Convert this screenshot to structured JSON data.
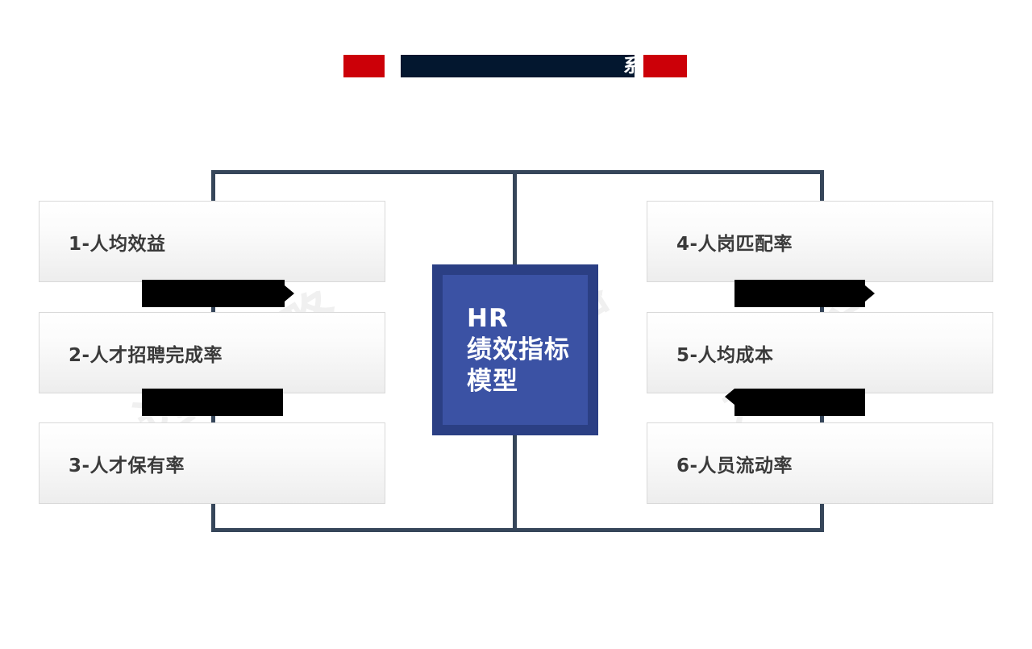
{
  "slide": {
    "background_color": "#ffffff",
    "title": {
      "visible_text": "系",
      "redaction_color": "#03172f",
      "accent_color": "#cc0008",
      "accent_blocks": [
        "left-red-block",
        "right-red-block"
      ]
    },
    "watermark": {
      "text": "远大方略",
      "repeats": [
        "远大方略",
        "行方略",
        "远大方"
      ]
    }
  },
  "center": {
    "lines": [
      "HR",
      "绩效指标",
      "模型"
    ],
    "fill_color": "#3b52a4",
    "border_color": "#2b3f84",
    "text_color": "#ffffff"
  },
  "connector": {
    "color": "#36465a"
  },
  "boxes": {
    "left": [
      {
        "label": "1-人均效益"
      },
      {
        "label": "2-人才招聘完成率"
      },
      {
        "label": "3-人才保有率"
      }
    ],
    "right": [
      {
        "label": "4-人岗匹配率"
      },
      {
        "label": "5-人均成本"
      },
      {
        "label": "6-人员流动率"
      }
    ],
    "border_color": "#d9d9d9",
    "text_color": "#3a3a3a"
  },
  "redactions": {
    "color": "#000000",
    "count": 4,
    "labels": [
      "left-upper-redaction",
      "left-lower-redaction",
      "right-upper-redaction",
      "right-lower-redaction"
    ]
  }
}
